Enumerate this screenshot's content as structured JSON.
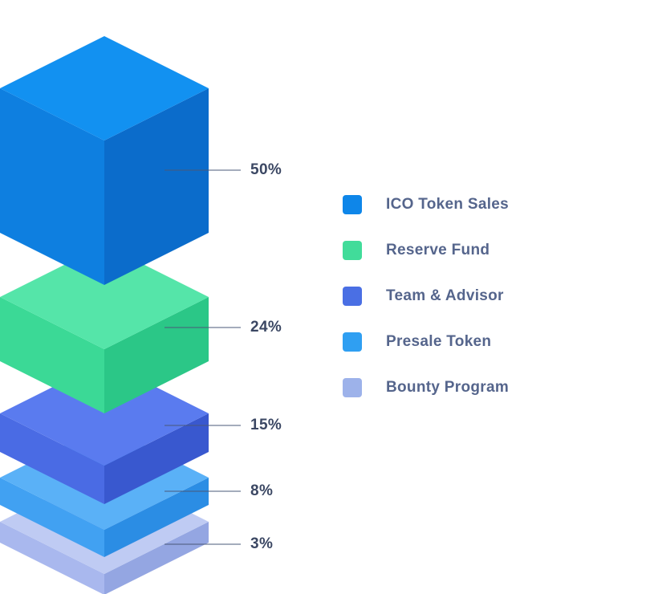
{
  "chart_data": {
    "type": "pie",
    "variant": "isometric-stacked-layers",
    "title": "",
    "unit": "%",
    "legend_position": "right",
    "categories": [
      "ICO Token Sales",
      "Reserve Fund",
      "Team & Advisor",
      "Presale Token",
      "Bounty Program"
    ],
    "values": [
      50,
      24,
      15,
      8,
      3
    ],
    "segments": [
      {
        "id": "ico-token-sales",
        "label": "ICO Token Sales",
        "value": 50,
        "pct_label": "50%",
        "colors": {
          "top": "#1291F1",
          "left": "#0E7FE0",
          "right": "#0B6CCB",
          "legend": "#0E86E9"
        }
      },
      {
        "id": "reserve-fund",
        "label": "Reserve Fund",
        "value": 24,
        "pct_label": "24%",
        "colors": {
          "top": "#55E5A9",
          "left": "#3BD996",
          "right": "#2BC787",
          "legend": "#41DC9A"
        }
      },
      {
        "id": "team-advisor",
        "label": "Team & Advisor",
        "value": 15,
        "pct_label": "15%",
        "colors": {
          "top": "#5A7BEF",
          "left": "#4A6BE4",
          "right": "#3958CF",
          "legend": "#4A6FE4"
        }
      },
      {
        "id": "presale-token",
        "label": "Presale Token",
        "value": 8,
        "pct_label": "8%",
        "colors": {
          "top": "#5AB1F7",
          "left": "#41A1F2",
          "right": "#2B8DE4",
          "legend": "#2F9FF2"
        }
      },
      {
        "id": "bounty-program",
        "label": "Bounty Program",
        "value": 3,
        "pct_label": "3%",
        "colors": {
          "top": "#BFCBF3",
          "left": "#A9B8EE",
          "right": "#94A6E2",
          "legend": "#9DB2EA"
        }
      }
    ],
    "leader_line_color": "#4A5878",
    "text_colors": {
      "pct": "#3B4763",
      "legend": "#55658C"
    }
  }
}
